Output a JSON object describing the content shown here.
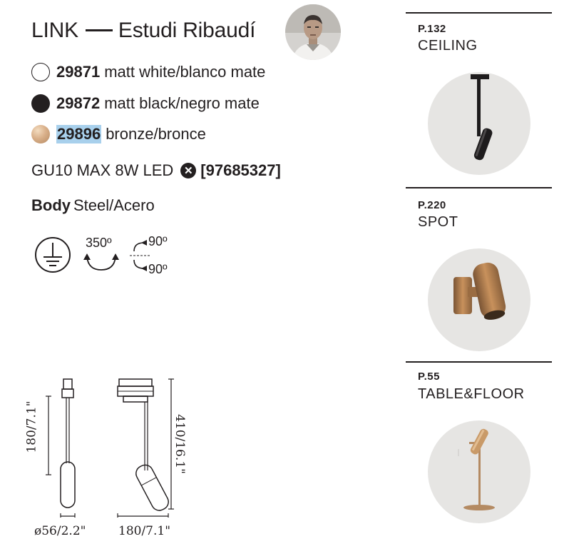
{
  "header": {
    "product": "LINK",
    "designer": "Estudi Ribaudí"
  },
  "finishes": [
    {
      "code": "29871",
      "label": "matt white/blanco mate",
      "swatch": "#ffffff"
    },
    {
      "code": "29872",
      "label": "matt black/negro mate",
      "swatch": "#231f20"
    },
    {
      "code": "29896",
      "label": "bronze/bronce",
      "swatch": "#c89c72"
    }
  ],
  "spec": {
    "lamp": "GU10 MAX 8W LED",
    "ref": "[97685327]"
  },
  "body": {
    "label": "Body",
    "material": "Steel/Acero"
  },
  "rotation": {
    "rotate": "350º",
    "tilt_up": "90º",
    "tilt_down": "90º"
  },
  "dimensions": {
    "pendant_height": "180/7.1\"",
    "diameter": "ø56/2.2\"",
    "width": "180/7.1\"",
    "total_height": "410/16.1\""
  },
  "related": [
    {
      "page": "P.132",
      "category": "CEILING"
    },
    {
      "page": "P.220",
      "category": "SPOT"
    },
    {
      "page": "P.55",
      "category": "TABLE&FLOOR"
    }
  ],
  "colors": {
    "text": "#231f20",
    "highlight": "#a8d0ec",
    "bronze": "#c89c72",
    "circle_bg": "#e6e5e3"
  }
}
